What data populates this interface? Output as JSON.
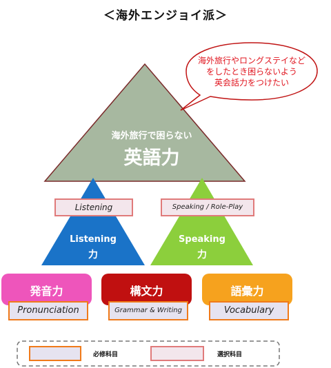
{
  "title": "＜海外エンジョイ派＞",
  "bubble": {
    "lines": [
      "海外旅行やロングステイなど",
      "をしたとき困らないよう",
      "英会話力をつけたい"
    ]
  },
  "main_triangle": {
    "sub": "海外旅行で困らない",
    "big": "英語力"
  },
  "left_triangle": {
    "tag": "Listening",
    "label": "Listening",
    "sub": "力"
  },
  "right_triangle": {
    "tag": "Speaking / Role-Play",
    "label": "Speaking",
    "sub": "力"
  },
  "blocks": [
    {
      "title": "発音力",
      "box": "Pronunciation"
    },
    {
      "title": "構文力",
      "box": "Grammar & Writing"
    },
    {
      "title": "語彙力",
      "box": "Vocabulary"
    }
  ],
  "legend": {
    "required": "必修科目",
    "elective": "選択科目"
  },
  "colors": {
    "main_triangle": "#a7b8a0",
    "left_triangle": "#1a73c8",
    "right_triangle": "#8ccf3c",
    "block1": "#ee55bb",
    "block2": "#c01010",
    "block3": "#f6a21e",
    "required_border": "#f07a1a",
    "elective_border": "#e07a7a"
  }
}
